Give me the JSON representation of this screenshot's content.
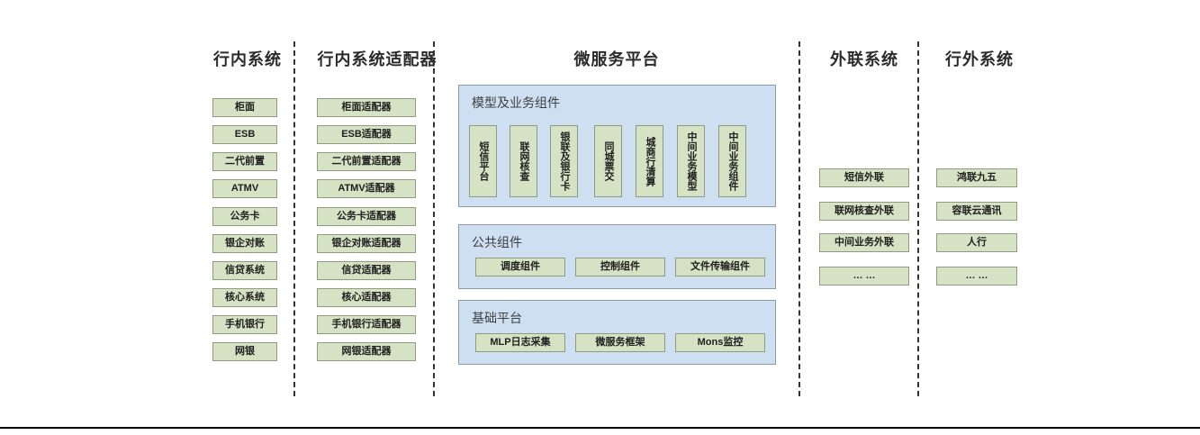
{
  "diagram": {
    "columns": [
      {
        "id": "in-bank-systems",
        "title": "行内系统",
        "items": [
          "柜面",
          "ESB",
          "二代前置",
          "ATMV",
          "公务卡",
          "银企对账",
          "信贷系统",
          "核心系统",
          "手机银行",
          "网银"
        ]
      },
      {
        "id": "in-bank-adapters",
        "title": "行内系统适配器",
        "items": [
          "柜面适配器",
          "ESB适配器",
          "二代前置适配器",
          "ATMV适配器",
          "公务卡适配器",
          "银企对账适配器",
          "信贷适配器",
          "核心适配器",
          "手机银行适配器",
          "网银适配器"
        ]
      },
      {
        "id": "microservice-platform",
        "title": "微服务平台",
        "groups": [
          {
            "id": "model-business-components",
            "label": "模型及业务组件",
            "orientation": "vertical",
            "items": [
              "短信平台",
              "联网核查",
              "银联及银行卡",
              "同城票交",
              "城商行清算",
              "中间业务模型",
              "中间业务组件"
            ]
          },
          {
            "id": "public-components",
            "label": "公共组件",
            "orientation": "horizontal",
            "items": [
              "调度组件",
              "控制组件",
              "文件传输组件"
            ]
          },
          {
            "id": "base-platform",
            "label": "基础平台",
            "orientation": "horizontal",
            "items": [
              "MLP日志采集",
              "微服务框架",
              "Mons监控"
            ]
          }
        ]
      },
      {
        "id": "external-link-systems",
        "title": "外联系统",
        "items": [
          "短信外联",
          "联网核查外联",
          "中间业务外联",
          "… …"
        ]
      },
      {
        "id": "out-of-bank-systems",
        "title": "行外系统",
        "items": [
          "鸿联九五",
          "容联云通讯",
          "人行",
          "… …"
        ]
      }
    ],
    "colors": {
      "box_fill": "#d6e2c4",
      "box_border": "#8f9a80",
      "panel_fill": "#cfdff2",
      "panel_border": "#8b9bab",
      "divider": "#333333",
      "title_text": "#2b2b2b",
      "panel_label_text": "#3f3f3f"
    }
  }
}
